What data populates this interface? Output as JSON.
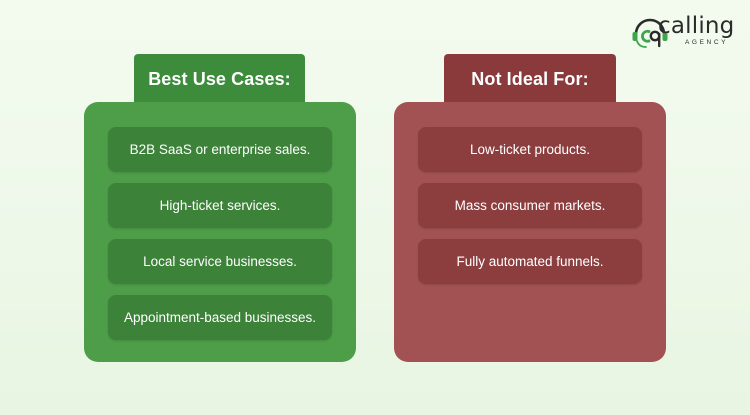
{
  "logo": {
    "icon": "cq-logo-icon",
    "wordmark": "calling",
    "tagline": "AGENCY",
    "colors": {
      "green": "#3ea64a",
      "dark": "#2b2b2b"
    }
  },
  "best": {
    "title": "Best Use Cases:",
    "items": [
      "B2B SaaS or enterprise sales.",
      "High-ticket services.",
      "Local service businesses.",
      "Appointment-based businesses."
    ],
    "colors": {
      "tab": "#3d8c3c",
      "card": "#4e9d49",
      "pill": "#3c8239"
    }
  },
  "not_ideal": {
    "title": "Not Ideal For:",
    "items": [
      "Low-ticket products.",
      "Mass consumer markets.",
      "Fully automated funnels."
    ],
    "colors": {
      "tab": "#8b3a3c",
      "card": "#a25253",
      "pill": "#8c3e3f"
    }
  }
}
